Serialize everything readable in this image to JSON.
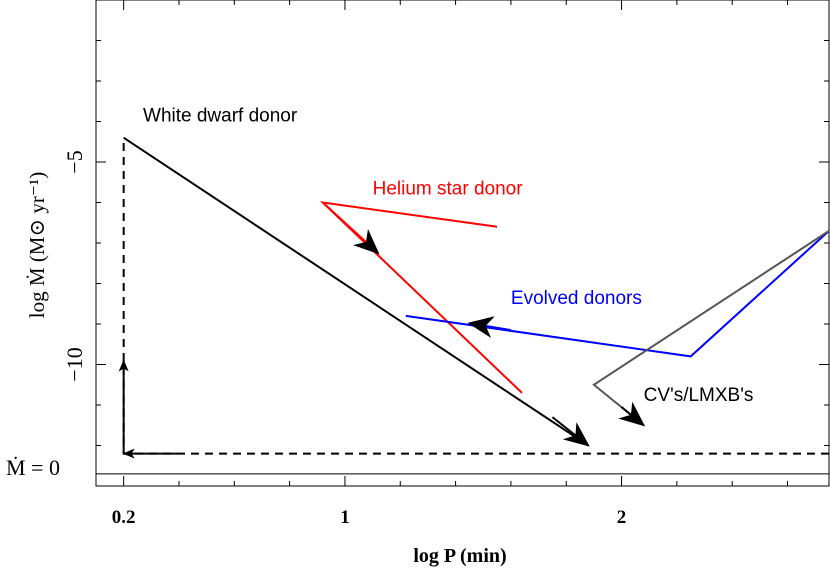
{
  "chart_data": {
    "type": "line",
    "title": "",
    "xlabel": "log P (min)",
    "ylabel": "log Ṁ (M⊙ yr⁻¹)",
    "xlim": [
      0.1,
      2.75
    ],
    "ylim": [
      -13.0,
      -1.0
    ],
    "x_ticks": [
      {
        "value": 0.2,
        "label": "0.2"
      },
      {
        "value": 1.0,
        "label": "1"
      },
      {
        "value": 2.0,
        "label": "2"
      }
    ],
    "y_ticks": [
      {
        "value": -5,
        "label": "−5"
      },
      {
        "value": -10,
        "label": "−10"
      }
    ],
    "y_zero_label": "Ṁ = 0",
    "y_zero_level": -12.2,
    "y_zero_line_level": -12.7,
    "series": [
      {
        "name": "White dwarf donor",
        "color": "#000000",
        "style": "solid",
        "points": [
          [
            0.2,
            -4.4
          ],
          [
            1.88,
            -12.0
          ]
        ]
      },
      {
        "name": "Helium star donor",
        "color": "#ff0000",
        "style": "solid",
        "points": [
          [
            1.55,
            -6.6
          ],
          [
            0.92,
            -6.0
          ],
          [
            1.64,
            -10.7
          ]
        ]
      },
      {
        "name": "Evolved donors",
        "color": "#0000ff",
        "style": "solid",
        "points": [
          [
            2.75,
            -6.7
          ],
          [
            2.25,
            -9.8
          ],
          [
            1.22,
            -8.8
          ]
        ]
      },
      {
        "name": "CV's/LMXB's",
        "color": "#555555",
        "style": "solid",
        "points": [
          [
            2.75,
            -6.7
          ],
          [
            1.9,
            -10.5
          ],
          [
            2.08,
            -11.5
          ]
        ]
      },
      {
        "name": "",
        "color": "#000000",
        "style": "dashed",
        "points": [
          [
            2.75,
            -12.2
          ],
          [
            0.2,
            -12.2
          ],
          [
            0.2,
            -4.4
          ]
        ]
      }
    ],
    "annotations": [
      {
        "text": "White dwarf donor",
        "color": "#000000",
        "x": 0.27,
        "y": -4.0
      },
      {
        "text": "Helium star donor",
        "color": "#ff0000",
        "x": 1.1,
        "y": -5.8
      },
      {
        "text": "Evolved donors",
        "color": "#0000ff",
        "x": 1.6,
        "y": -8.5
      },
      {
        "text": "CV's/LMXB's",
        "color": "#000000",
        "x": 2.08,
        "y": -10.9
      }
    ],
    "grid": false,
    "legend": "none"
  }
}
